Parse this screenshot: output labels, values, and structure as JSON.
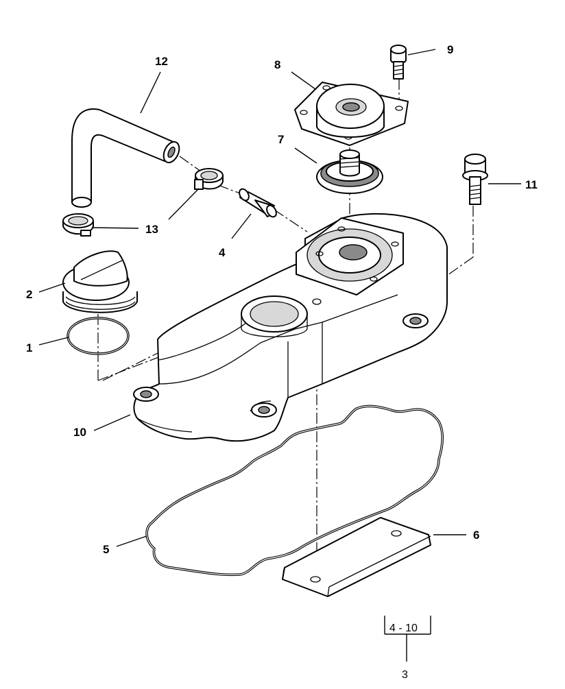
{
  "diagram": {
    "callouts": [
      "1",
      "2",
      "3",
      "4",
      "5",
      "6",
      "7",
      "8",
      "9",
      "10",
      "11",
      "12",
      "13"
    ],
    "reference_box": "4 - 10",
    "reference_number": "3"
  }
}
